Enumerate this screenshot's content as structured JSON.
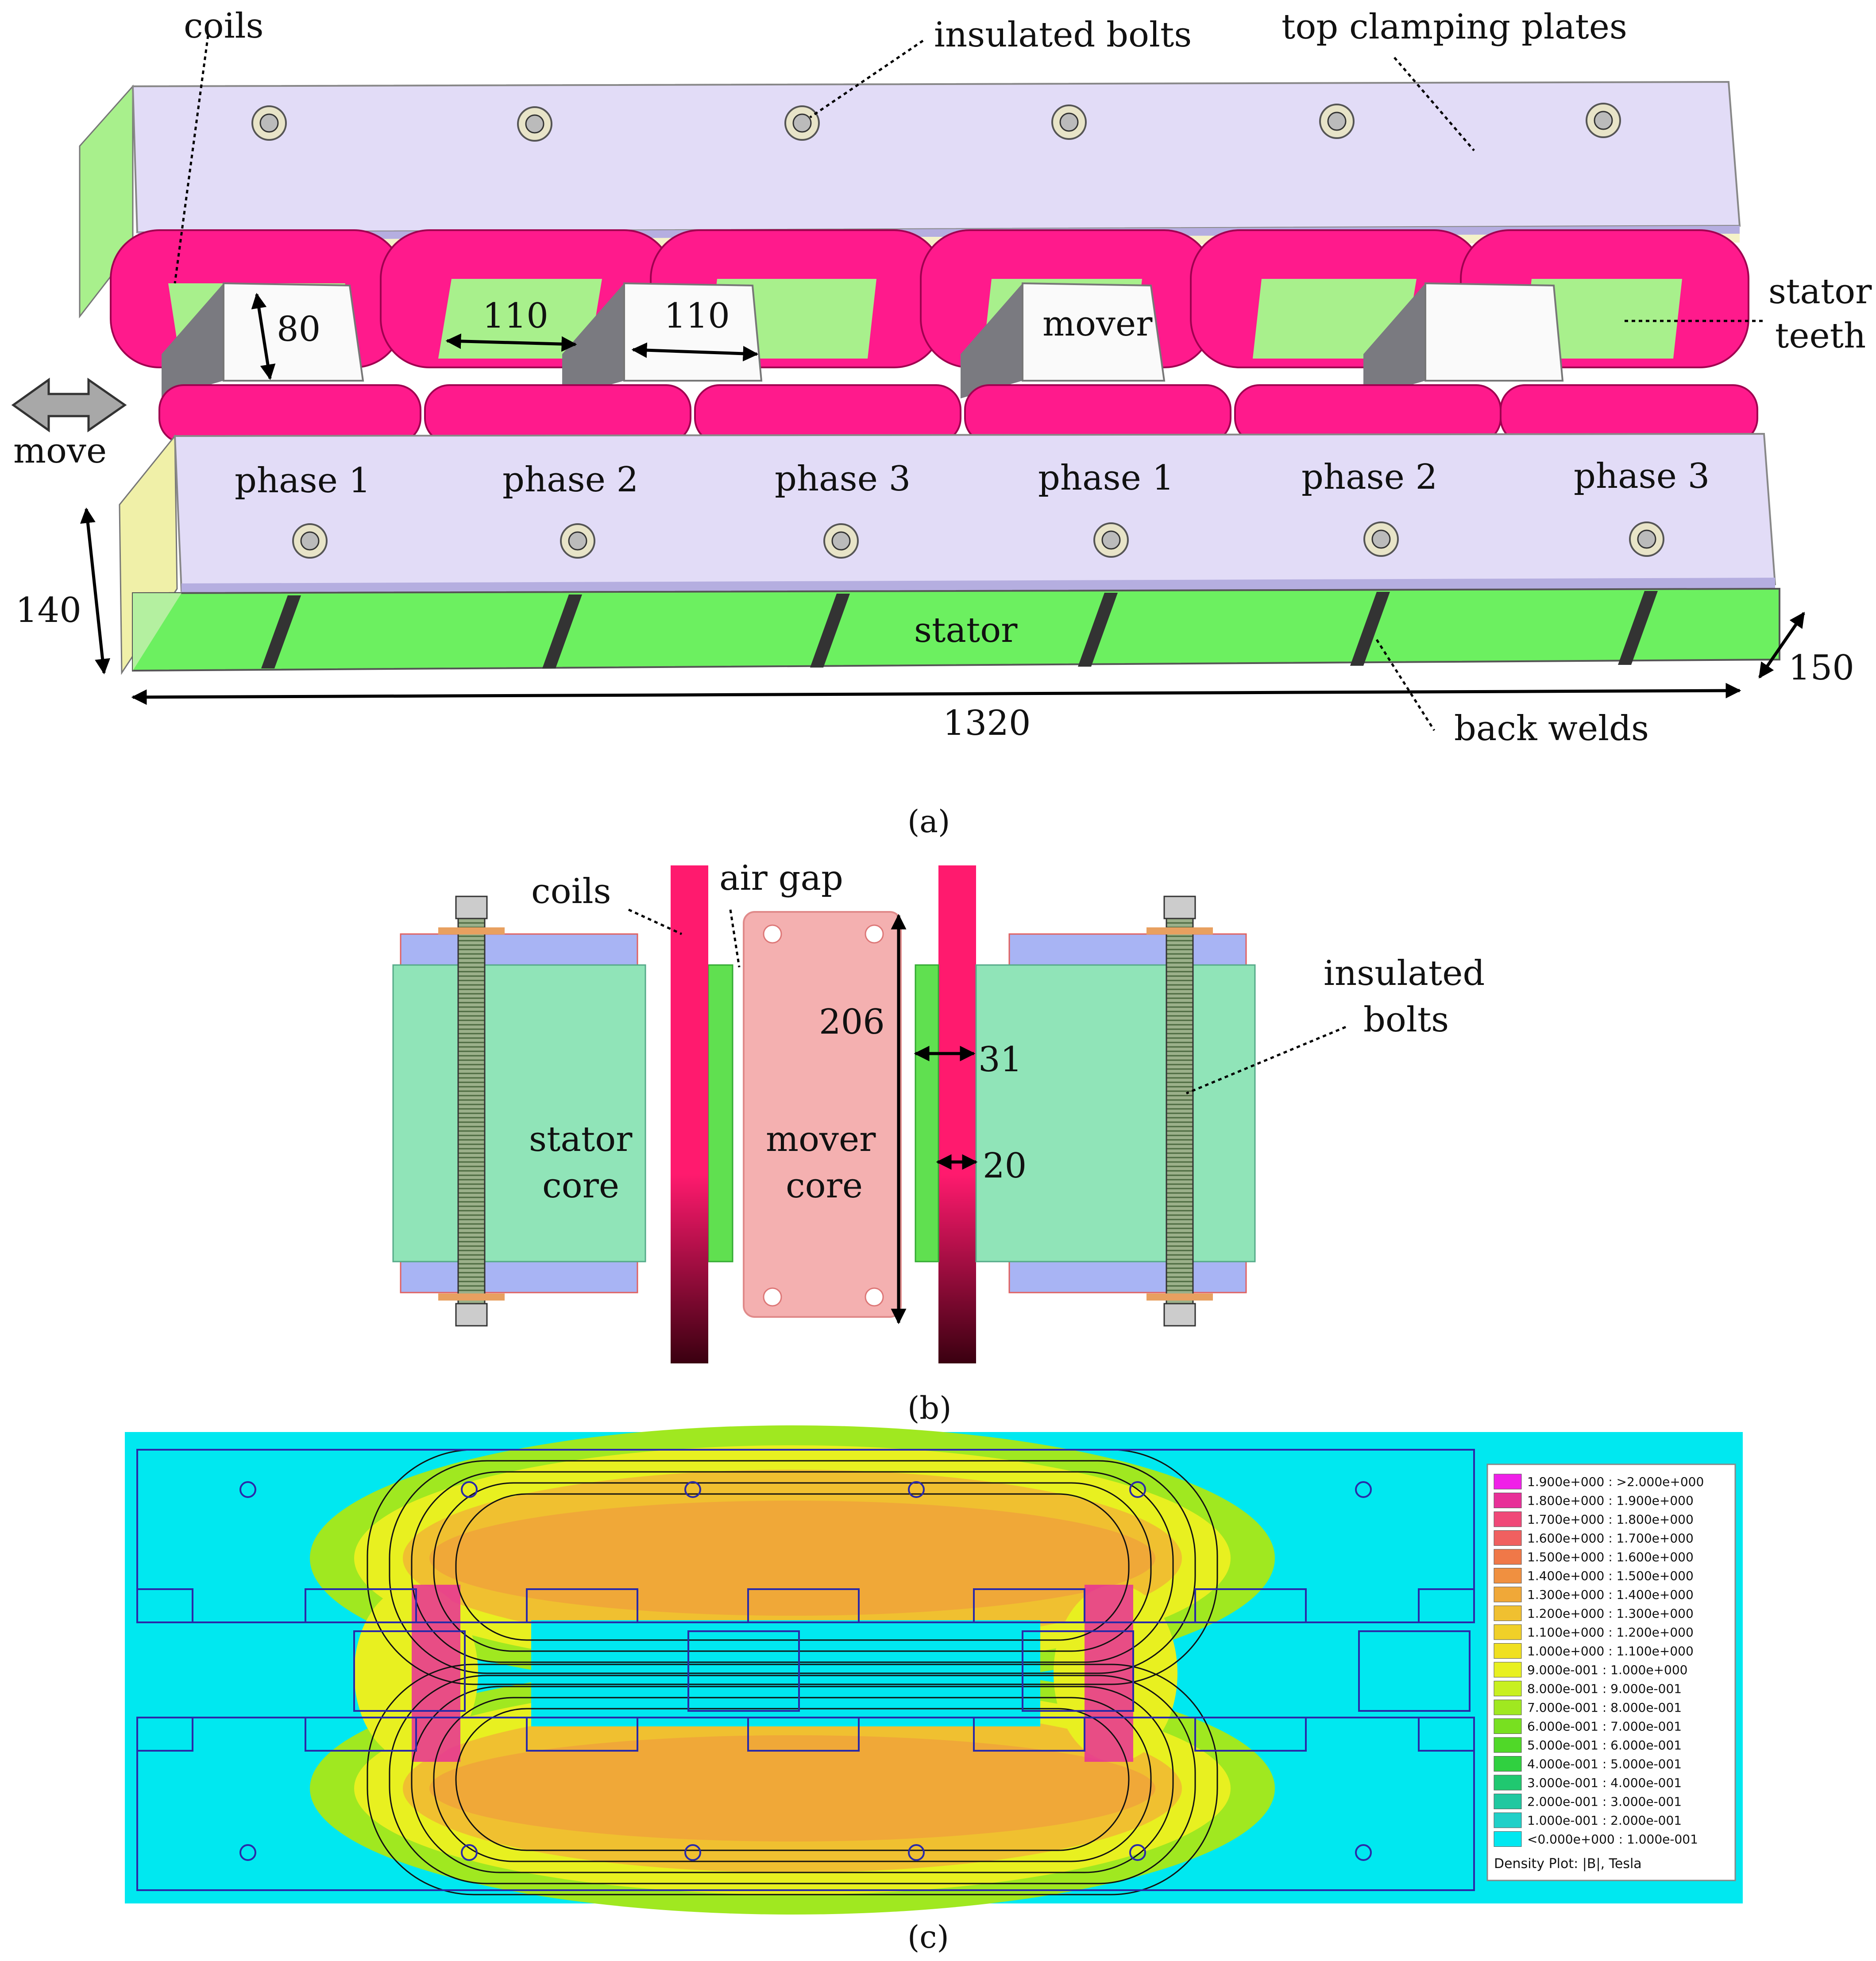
{
  "panel_a": {
    "labels": {
      "coils": "coils",
      "insulated_bolts": "insulated bolts",
      "top_plates": "top clamping plates",
      "stator": "stator",
      "teeth": "teeth",
      "move": "move",
      "mover": "mover",
      "stator_body": "stator",
      "back_welds": "back welds"
    },
    "phases": [
      "phase 1",
      "phase 2",
      "phase 3",
      "phase 1",
      "phase 2",
      "phase 3"
    ],
    "dims": {
      "d80": "80",
      "d110a": "110",
      "d110b": "110",
      "d140": "140",
      "d150": "150",
      "d1320": "1320"
    },
    "caption": "(a)"
  },
  "panel_b": {
    "labels": {
      "coils": "coils",
      "air_gap": "air gap",
      "ins1": "insulated",
      "ins2": "bolts",
      "stator1": "stator",
      "stator2": "core",
      "mover1": "mover",
      "mover2": "core"
    },
    "dims": {
      "d206": "206",
      "d31": "31",
      "d20": "20"
    },
    "caption": "(b)"
  },
  "panel_c": {
    "legend": [
      {
        "label": "1.900e+000 : >2.000e+000",
        "color": "#f020e8"
      },
      {
        "label": "1.800e+000 : 1.900e+000",
        "color": "#e83098"
      },
      {
        "label": "1.700e+000 : 1.800e+000",
        "color": "#f04878"
      },
      {
        "label": "1.600e+000 : 1.700e+000",
        "color": "#f06060"
      },
      {
        "label": "1.500e+000 : 1.600e+000",
        "color": "#f07848"
      },
      {
        "label": "1.400e+000 : 1.500e+000",
        "color": "#f09040"
      },
      {
        "label": "1.300e+000 : 1.400e+000",
        "color": "#f0a838"
      },
      {
        "label": "1.200e+000 : 1.300e+000",
        "color": "#f0c030"
      },
      {
        "label": "1.100e+000 : 1.200e+000",
        "color": "#f0d028"
      },
      {
        "label": "1.000e+000 : 1.100e+000",
        "color": "#f0e020"
      },
      {
        "label": "9.000e-001 : 1.000e+000",
        "color": "#e8f020"
      },
      {
        "label": "8.000e-001 : 9.000e-001",
        "color": "#c8f020"
      },
      {
        "label": "7.000e-001 : 8.000e-001",
        "color": "#a0e820"
      },
      {
        "label": "6.000e-001 : 7.000e-001",
        "color": "#78e020"
      },
      {
        "label": "5.000e-001 : 6.000e-001",
        "color": "#50d828"
      },
      {
        "label": "4.000e-001 : 5.000e-001",
        "color": "#30d040"
      },
      {
        "label": "3.000e-001 : 4.000e-001",
        "color": "#20c870"
      },
      {
        "label": "2.000e-001 : 3.000e-001",
        "color": "#20c8a0"
      },
      {
        "label": "1.000e-001 : 2.000e-001",
        "color": "#20d0c8"
      },
      {
        "label": "<0.000e+000 : 1.000e-001",
        "color": "#00e8f0"
      }
    ],
    "legend_title": "Density Plot: |B|, Tesla",
    "caption": "(c)"
  }
}
